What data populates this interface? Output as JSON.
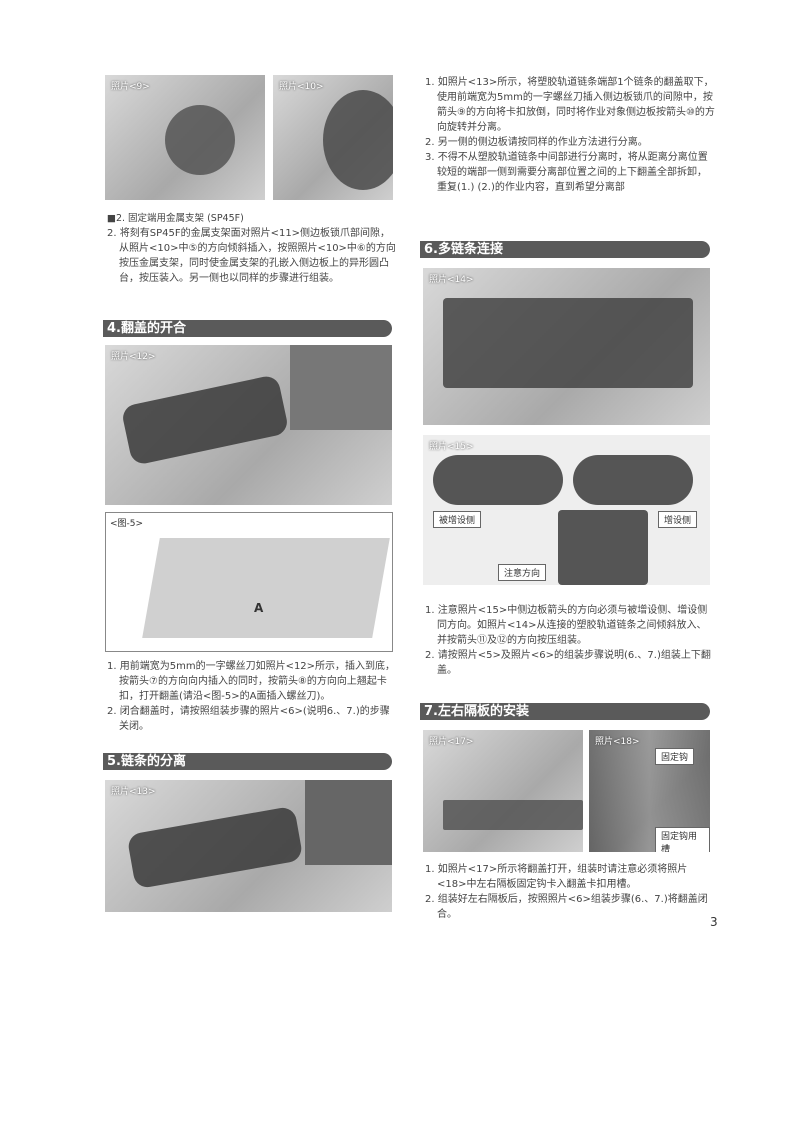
{
  "left": {
    "photo9": "照片<9>",
    "photo10": "照片<10>",
    "intro_note": "■2. 固定端用金属支架 (SP45F)",
    "intro_steps": [
      "2. 将刻有SP45F的金属支架面对照片<11>侧边板锁爪部间隙，从照片<10>中⑤的方向倾斜插入，按照照片<10>中⑥的方向按压金属支架，同时使金属支架的孔嵌入侧边板上的异形圆凸台，按压装入。另一侧也以同样的步骤进行组装。"
    ],
    "sec4": {
      "title": "4.翻盖的开合",
      "photo": "照片<12>",
      "figure": "<图-5>",
      "figure_letter": "A",
      "steps": [
        "1. 用前端宽为5mm的一字螺丝刀如照片<12>所示，插入到底，按箭头⑦的方向向内插入的同时，按箭头⑧的方向向上翘起卡扣，打开翻盖(请沿<图-5>的A面插入螺丝刀)。",
        "2. 闭合翻盖时，请按照组装步骤的照片<6>(说明6.、7.)的步骤关闭。"
      ]
    },
    "sec5": {
      "title": "5.链条的分离",
      "photo": "照片<13>"
    }
  },
  "right": {
    "sec5_steps": [
      "1. 如照片<13>所示，将塑胶轨道链条端部1个链条的翻盖取下，使用前端宽为5mm的一字螺丝刀插入侧边板锁爪的间隙中，按箭头⑨的方向将卡扣放倒，同时将作业对象侧边板按箭头⑩的方向旋转并分离。",
      "2. 另一侧的侧边板请按同样的作业方法进行分离。",
      "3. 不得不从塑胶轨道链条中间部进行分离时，将从距离分离位置较短的端部一侧到需要分离部位置之间的上下翻盖全部拆卸，重复(1.) (2.)的作业内容，直到希望分离部"
    ],
    "sec6": {
      "title": "6.多链条连接",
      "photo14": "照片<14>",
      "photo15": "照片<15>",
      "tag_added": "被增设侧",
      "tag_adding": "增设侧",
      "tag_direction": "注意方向",
      "steps": [
        "1. 注意照片<15>中侧边板箭头的方向必须与被增设侧、增设侧同方向。如照片<14>从连接的塑胶轨道链条之间倾斜放入、并按箭头⑪及⑫的方向按压组装。",
        "2. 请按照片<5>及照片<6>的组装步骤说明(6.、7.)组装上下翻盖。"
      ]
    },
    "sec7": {
      "title": "7.左右隔板的安装",
      "photo17": "照片<17>",
      "photo18": "照片<18>",
      "tag_hook": "固定钩",
      "tag_slot": "固定钩用槽",
      "steps": [
        "1. 如照片<17>所示将翻盖打开，组装时请注意必须将照片<18>中左右隔板固定钩卡入翻盖卡扣用槽。",
        "2. 组装好左右隔板后，按照照片<6>组装步骤(6.、7.)将翻盖闭合。"
      ]
    }
  },
  "page_number": "3"
}
